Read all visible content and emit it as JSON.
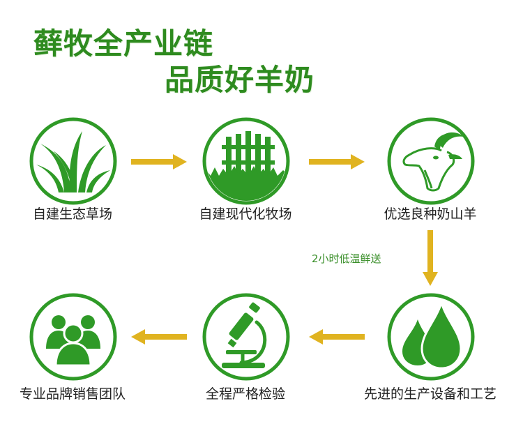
{
  "colors": {
    "green": "#2e8b1f",
    "icon_green": "#2f9a27",
    "arrow": "#e0b320",
    "text": "#222222"
  },
  "title": {
    "line1": "藓牧全产业链",
    "line2": "品质好羊奶"
  },
  "steps": [
    {
      "label": "自建生态草场",
      "icon": "grass-icon"
    },
    {
      "label": "自建现代化牧场",
      "icon": "fence-icon"
    },
    {
      "label": "优选良种奶山羊",
      "icon": "goat-icon"
    },
    {
      "label": "先进的生产设备和工艺",
      "icon": "drops-icon"
    },
    {
      "label": "全程严格检验",
      "icon": "microscope-icon"
    },
    {
      "label": "专业品牌销售团队",
      "icon": "team-icon"
    }
  ],
  "transport_note": "2小时低温鲜送"
}
